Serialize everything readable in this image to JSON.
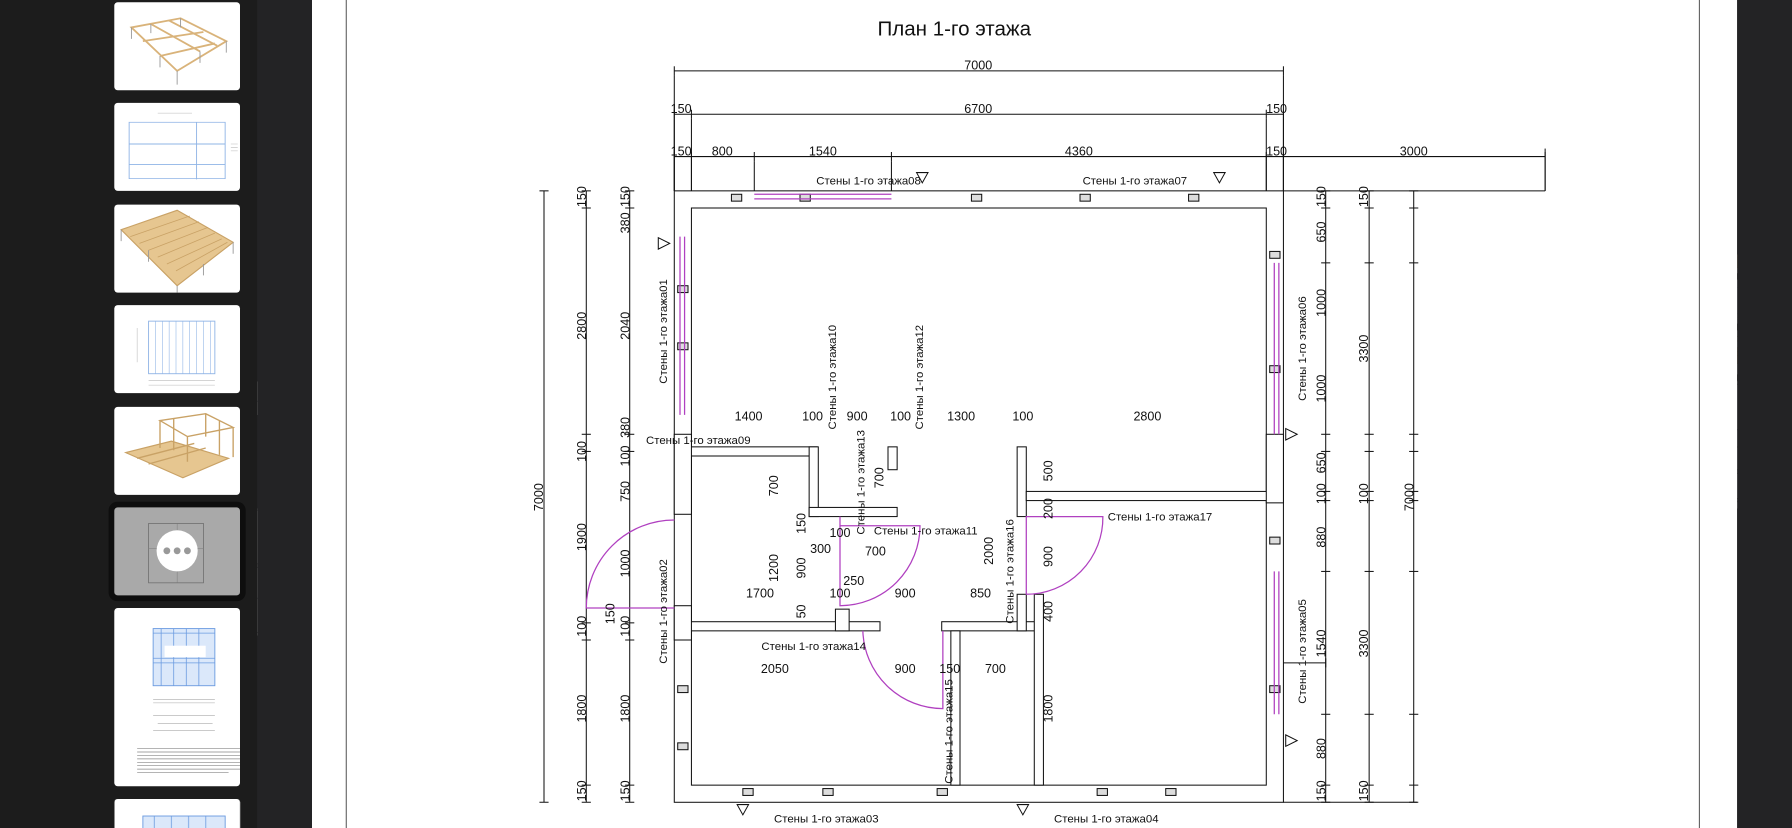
{
  "viewer": {
    "thumbnails": [
      {
        "page": 1,
        "kind": "3d-frame"
      },
      {
        "page": 2,
        "kind": "blue-plan"
      },
      {
        "page": 3,
        "kind": "3d-floor"
      },
      {
        "page": 4,
        "kind": "blue-plan-detailed"
      },
      {
        "page": 5,
        "kind": "3d-house"
      },
      {
        "page": 6,
        "kind": "floor-plan",
        "selected": true
      },
      {
        "page": 7,
        "kind": "wall-panel-sheet"
      },
      {
        "page": 8,
        "kind": "wall-panel-sheet"
      }
    ],
    "more_icon": "ellipsis-icon"
  },
  "drawing": {
    "title": "План 1-го этажа",
    "colors": {
      "lines": "#111111",
      "windows_doors": "#b040c0"
    },
    "wall_labels": [
      "Стены 1-го этажа08",
      "Стены 1-го этажа07",
      "Стены 1-го этажа01",
      "Стены 1-го этажа09",
      "Стены 1-го этажа10",
      "Стены 1-го этажа12",
      "Стены 1-го этажа13",
      "Стены 1-го этажа11",
      "Стены 1-го этажа16",
      "Стены 1-го этажа17",
      "Стены 1-го этажа02",
      "Стены 1-го этажа14",
      "Стены 1-го этажа15",
      "Стены 1-го этажа05",
      "Стены 1-го этажа06",
      "Стены 1-го этажа03",
      "Стены 1-го этажа04"
    ],
    "dimensions": [
      "7000",
      "150",
      "6700",
      "150",
      "150",
      "800",
      "1540",
      "4360",
      "150",
      "3000",
      "150",
      "2800",
      "100",
      "1900",
      "100",
      "1800",
      "150",
      "150",
      "380",
      "2040",
      "380",
      "100",
      "750",
      "1000",
      "150",
      "100",
      "1800",
      "150",
      "7000",
      "150",
      "650",
      "1000",
      "1000",
      "650",
      "100",
      "880",
      "1540",
      "880",
      "150",
      "150",
      "3300",
      "100",
      "3300",
      "150",
      "7000",
      "1400",
      "100",
      "900",
      "100",
      "1300",
      "100",
      "2800",
      "1700",
      "100",
      "900",
      "850",
      "2050",
      "900",
      "150",
      "700",
      "700",
      "1200",
      "150",
      "900",
      "50",
      "100",
      "300",
      "700",
      "250",
      "700",
      "2000",
      "500",
      "200",
      "900",
      "400",
      "1800"
    ]
  }
}
